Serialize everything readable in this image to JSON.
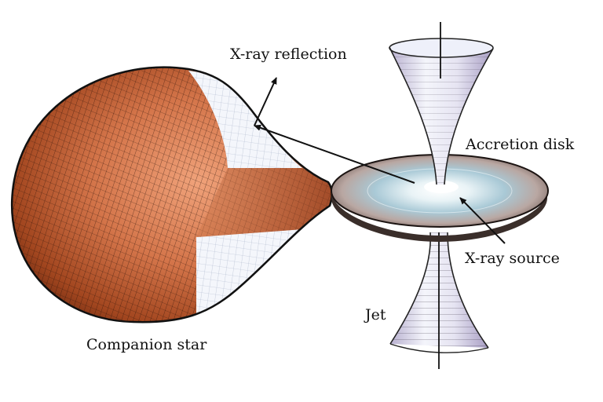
{
  "labels": {
    "xray_reflection": "X-ray reflection",
    "accretion_disk": "Accretion disk",
    "xray_source": "X-ray source",
    "jet": "Jet",
    "companion_star": "Companion star"
  },
  "colors": {
    "star_core": "#f0a27a",
    "star_mid": "#c9623a",
    "star_edge": "#7a2b12",
    "hatch": "#2a1208",
    "disk_center": "#ffffff",
    "disk_mid": "#a9c9d6",
    "disk_edge": "#8a7670",
    "disk_rim": "#3a2e2a",
    "jet_light": "#f2f4fb",
    "jet_tint": "#c9c2dd",
    "ink": "#111111"
  }
}
